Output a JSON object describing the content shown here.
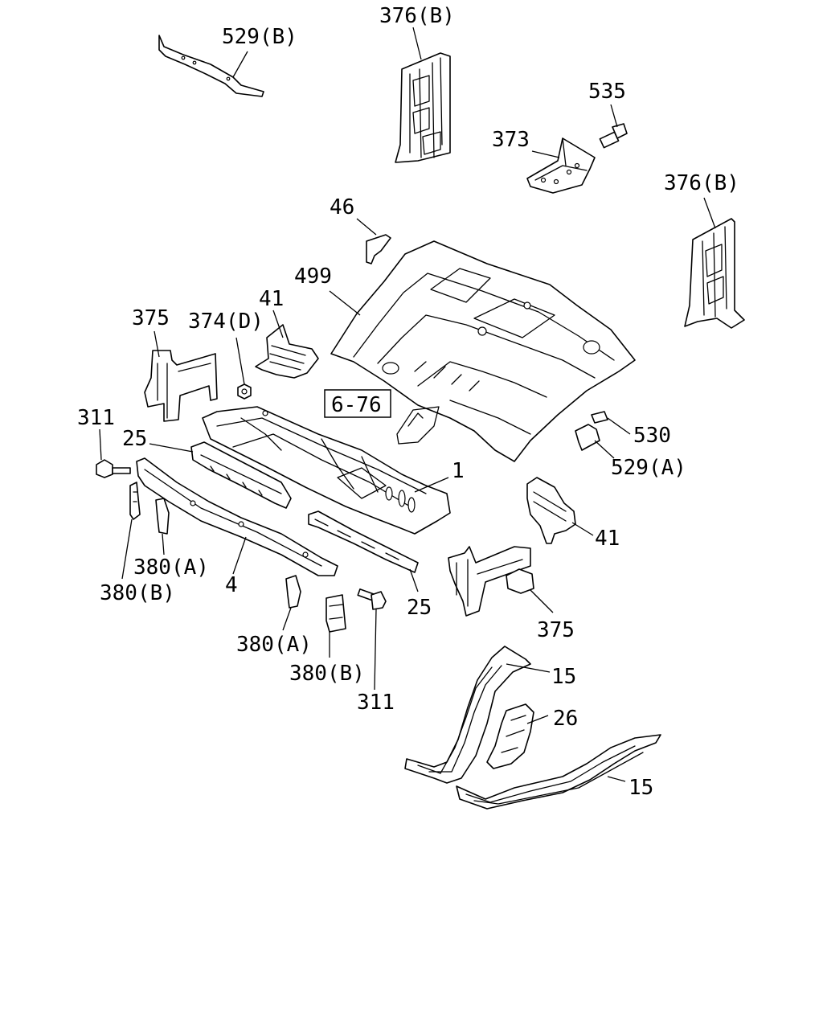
{
  "colors": {
    "line": "#000000",
    "background": "#ffffff"
  },
  "callouts": {
    "c529b": "529(B)",
    "c376b_top": "376(B)",
    "c535": "535",
    "c373": "373",
    "c376b_right": "376(B)",
    "c46": "46",
    "c499": "499",
    "c41_left": "41",
    "c375_left": "375",
    "c374d": "374(D)",
    "c311_left": "311",
    "c25_left": "25",
    "c1": "1",
    "c530": "530",
    "c529a": "529(A)",
    "c41_right": "41",
    "c380a_left": "380(A)",
    "c380b_left": "380(B)",
    "c4": "4",
    "c25_right": "25",
    "c375_right": "375",
    "c380a_mid": "380(A)",
    "c380b_mid": "380(B)",
    "c311_bottom": "311",
    "c15_upper": "15",
    "c26": "26",
    "c15_lower": "15"
  },
  "reference": {
    "label": "6-76"
  }
}
